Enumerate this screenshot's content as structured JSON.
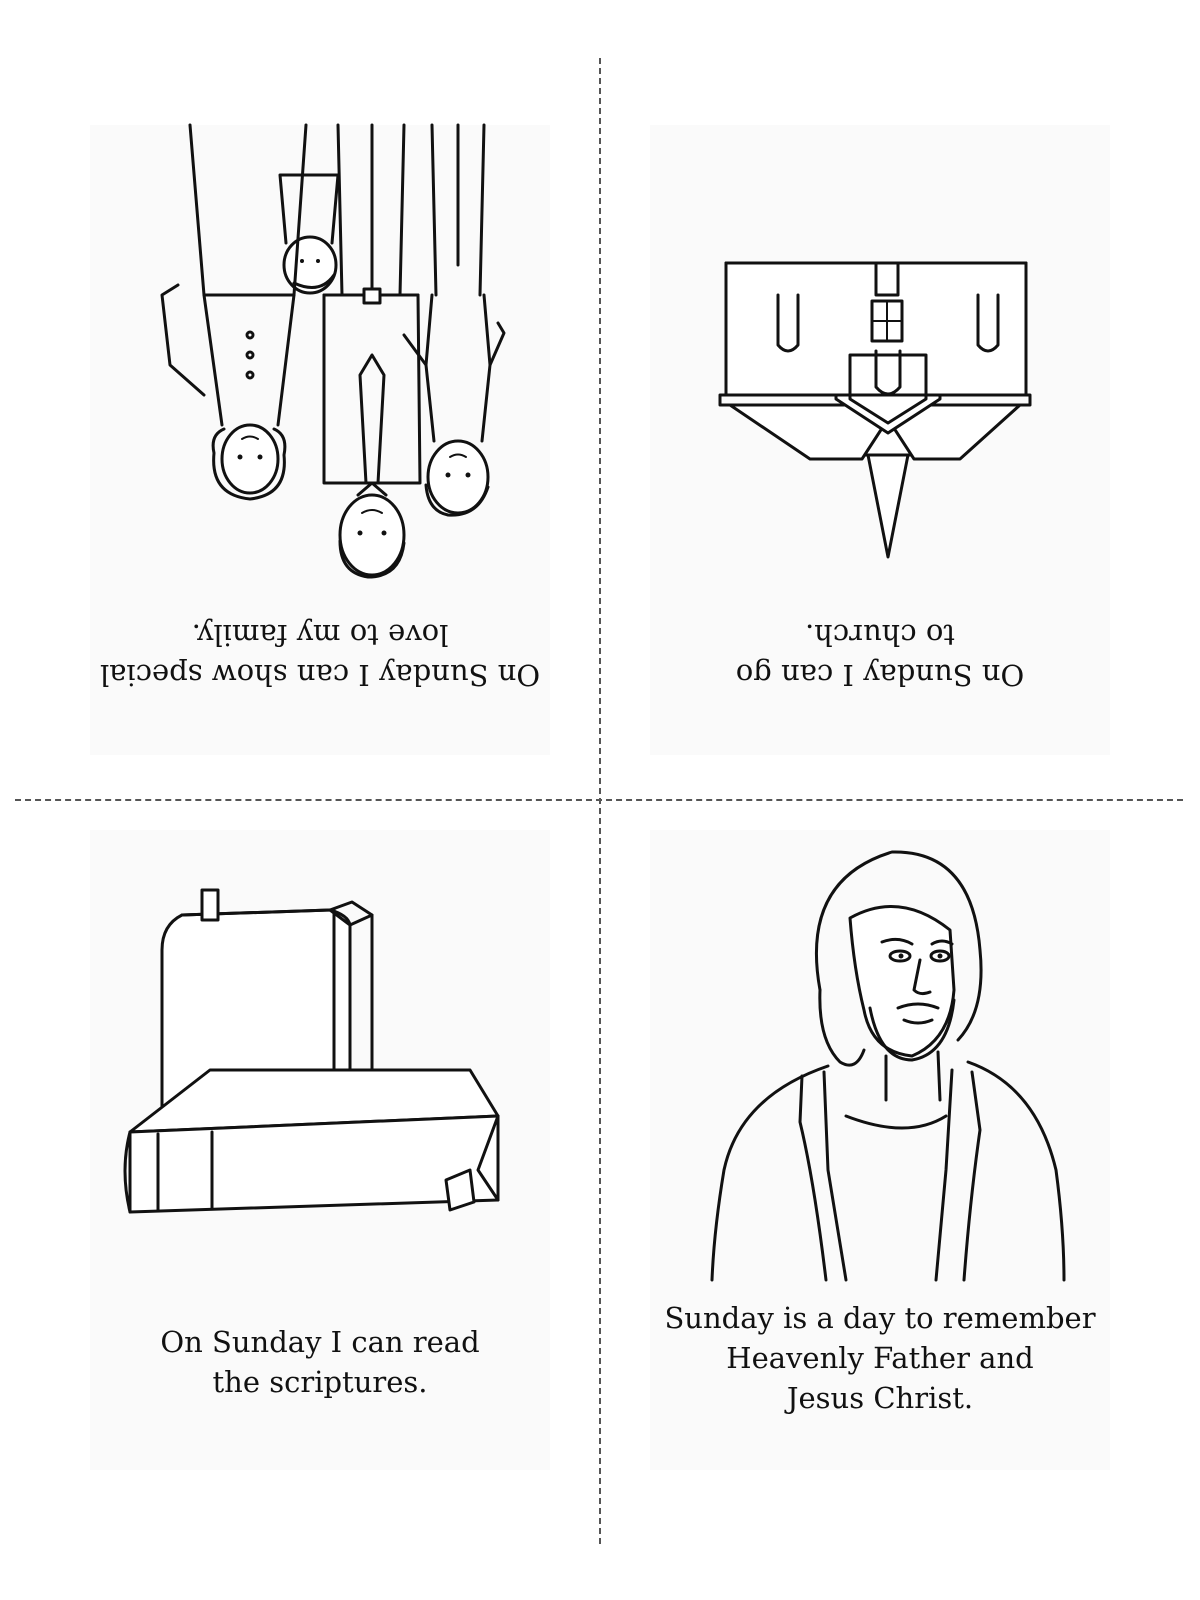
{
  "panels": [
    {
      "id": "family",
      "caption": "On Sunday I can show special\nlove to my family.",
      "orientation": "upside-down",
      "illustration": "family-illustration"
    },
    {
      "id": "church",
      "caption": "On Sunday I can go\nto church.",
      "orientation": "upside-down",
      "illustration": "church-building-illustration"
    },
    {
      "id": "scriptures",
      "caption": "On Sunday I can read\nthe scriptures.",
      "orientation": "upright",
      "illustration": "scripture-books-illustration"
    },
    {
      "id": "jesus",
      "caption": "Sunday is a day to remember\nHeavenly Father and\nJesus Christ.",
      "orientation": "upright",
      "illustration": "jesus-christ-portrait-illustration"
    }
  ],
  "colors": {
    "ink": "#111111",
    "panel_bg": "#fafafa",
    "cut_line": "#555555"
  }
}
